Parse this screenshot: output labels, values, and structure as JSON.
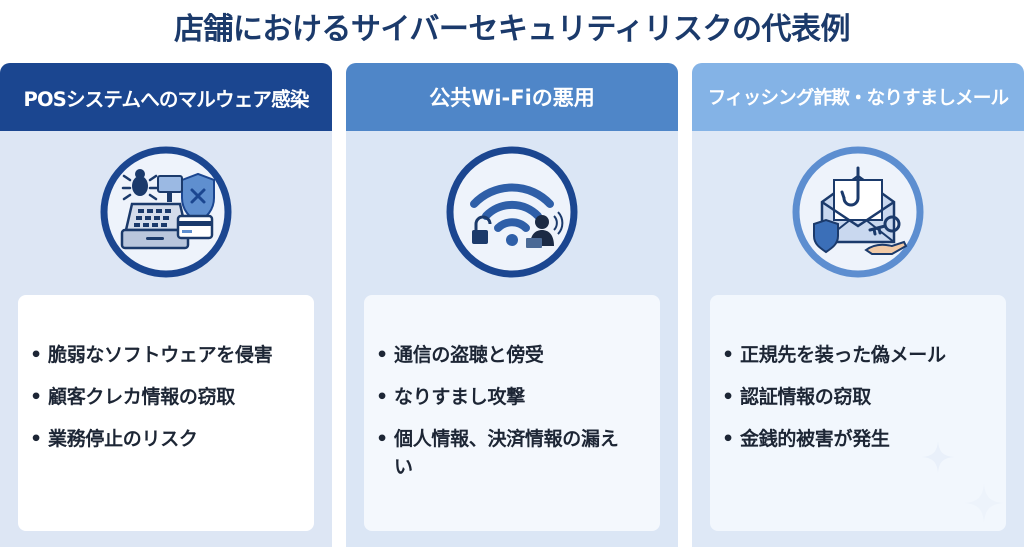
{
  "title": "店舗におけるサイバーセキュリティリスクの代表例",
  "cards": [
    {
      "heading": "POSシステムへのマルウェア感染",
      "icon": "pos-terminal-malware-icon",
      "items": [
        "脆弱なソフトウェアを侵害",
        "顧客クレカ情報の窃取",
        "業務停止のリスク"
      ]
    },
    {
      "heading": "公共Wi-Fiの悪用",
      "icon": "wifi-eavesdropping-icon",
      "items": [
        "通信の盗聴と傍受",
        "なりすまし攻撃",
        "個人情報、決済情報の漏えい"
      ]
    },
    {
      "heading": "フィッシング詐欺・なりすましメール",
      "icon": "phishing-email-icon",
      "items": [
        "正規先を装った偽メール",
        "認証情報の窃取",
        "金銭的被害が発生"
      ]
    }
  ],
  "bullet": "•",
  "colors": {
    "title": "#1b3a6b",
    "header_dark": "#1b4690",
    "header_mid": "#4f86c8",
    "header_light": "#84b3e6",
    "icon_ring": "#1b4690"
  }
}
